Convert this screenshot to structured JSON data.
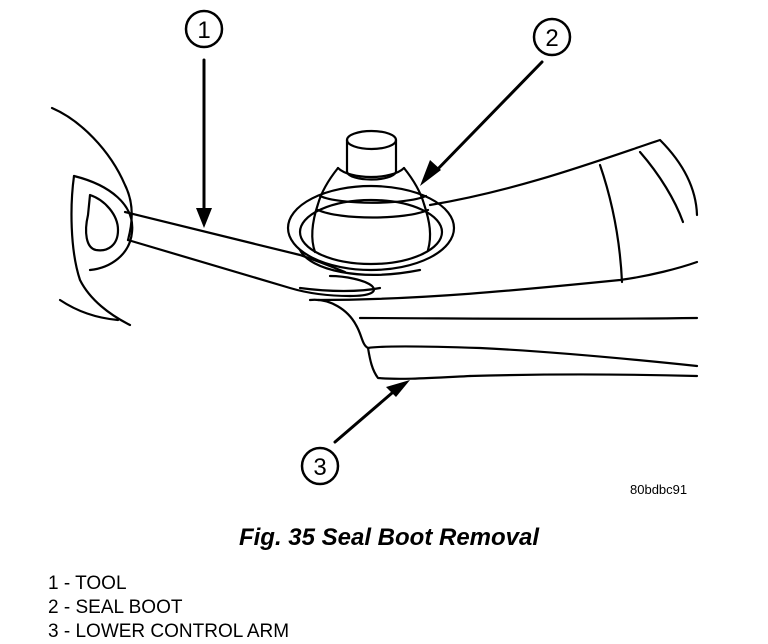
{
  "figure": {
    "callouts": [
      "1",
      "2",
      "3"
    ],
    "image_code": "80bdbc91",
    "caption": "Fig. 35 Seal Boot Removal"
  },
  "legend": [
    {
      "number": "1",
      "label": "TOOL"
    },
    {
      "number": "2",
      "label": "SEAL BOOT"
    },
    {
      "number": "3",
      "label": "LOWER CONTROL ARM"
    }
  ]
}
